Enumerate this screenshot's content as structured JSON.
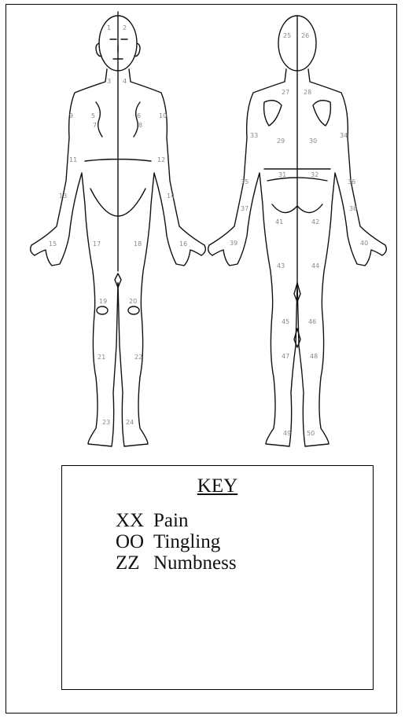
{
  "regions": {
    "front": [
      "1",
      "2",
      "3",
      "4",
      "5",
      "6",
      "7",
      "8",
      "9",
      "10",
      "11",
      "12",
      "13",
      "14",
      "15",
      "16",
      "17",
      "18",
      "19",
      "20",
      "21",
      "22",
      "23",
      "24"
    ],
    "back": [
      "25",
      "26",
      "27",
      "28",
      "29",
      "30",
      "31",
      "32",
      "33",
      "34",
      "35",
      "36",
      "37",
      "38",
      "39",
      "40",
      "41",
      "42",
      "43",
      "44",
      "45",
      "46",
      "47",
      "48",
      "49",
      "50"
    ]
  },
  "key": {
    "title": "KEY",
    "items": [
      {
        "code": "XX",
        "label": "Pain"
      },
      {
        "code": "OO",
        "label": "Tingling"
      },
      {
        "code": "ZZ",
        "label": "Numbness"
      }
    ]
  }
}
